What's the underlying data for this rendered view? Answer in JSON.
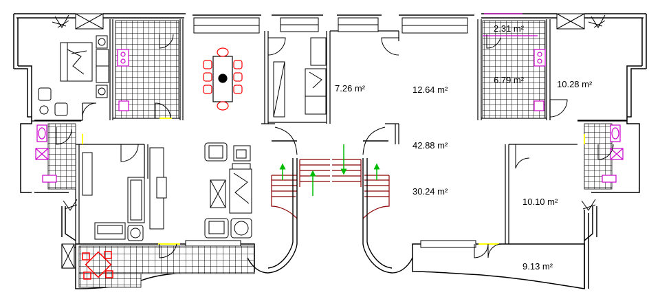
{
  "drawing": {
    "colors": {
      "background": "#ffffff",
      "wall": "#000000",
      "tile": "#000000",
      "sanitary": "#cc00cc",
      "dining": "#ff0000",
      "stair": "#8b0000",
      "arrow": "#00bb00",
      "accent": "#ffff00"
    },
    "rooms": [
      {
        "id": "room-726",
        "area": "7.26 m²"
      },
      {
        "id": "room-1264",
        "area": "12.64 m²"
      },
      {
        "id": "room-231",
        "area": "2.31 m²"
      },
      {
        "id": "room-679",
        "area": "6.79 m²"
      },
      {
        "id": "room-1028",
        "area": "10.28 m²"
      },
      {
        "id": "room-4288",
        "area": "42.88 m²"
      },
      {
        "id": "room-3024",
        "area": "30.24 m²"
      },
      {
        "id": "room-1010",
        "area": "10.10 m²"
      },
      {
        "id": "room-913",
        "area": "9.13 m²"
      }
    ]
  }
}
